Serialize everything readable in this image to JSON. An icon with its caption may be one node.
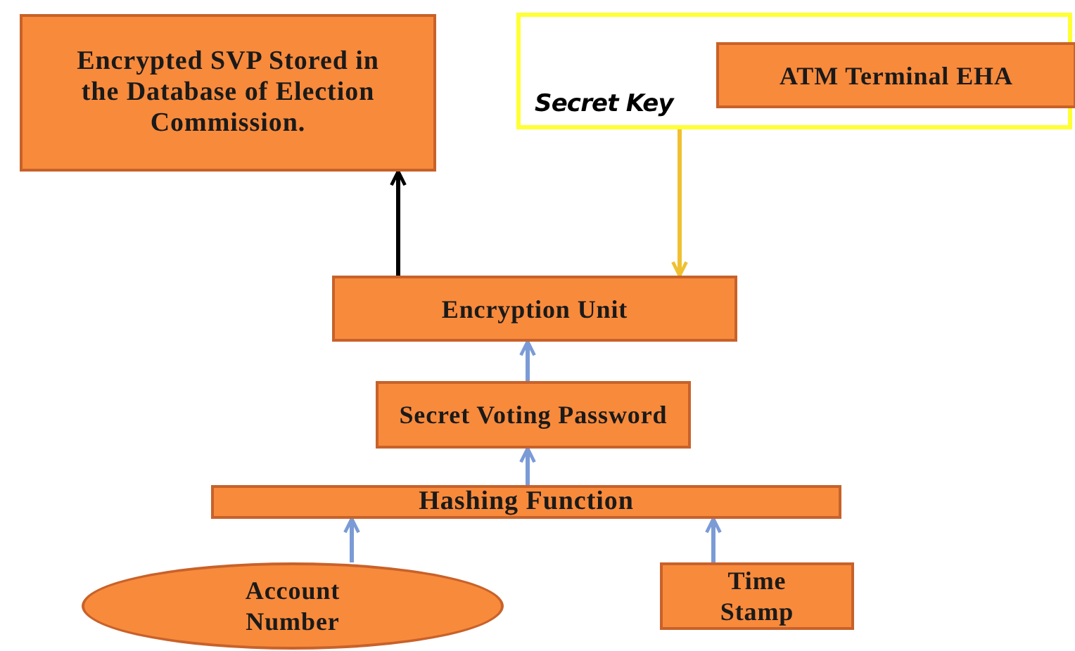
{
  "diagram": {
    "nodes": [
      {
        "text": [
          "Encrypted SVP Stored in the Database of Election Commission."
        ]
      },
      {
        "text": [
          "Secret Key"
        ]
      },
      {
        "text": [
          "ATM Terminal EHA"
        ],
        "in": 1
      },
      {
        "text": [
          "Encryption Unit"
        ]
      },
      {
        "text": [
          "Secret Voting Password"
        ]
      },
      {
        "text": [
          "Hashing Function"
        ]
      },
      {
        "text": [
          "Account Number"
        ]
      },
      {
        "text": [
          "Time Stamp"
        ]
      }
    ],
    "edges": [
      {
        "from": 3,
        "to": 0,
        "arrow": "to",
        "color": "#000000"
      },
      {
        "from": 1,
        "to": 3,
        "arrow": "to",
        "color": "#f0c030"
      },
      {
        "from": 4,
        "to": 3,
        "arrow": "to"
      },
      {
        "from": 5,
        "to": 4,
        "arrow": "to"
      },
      {
        "from": 6,
        "to": 5,
        "arrow": "to"
      },
      {
        "from": 7,
        "to": 5,
        "arrow": "to"
      }
    ]
  }
}
